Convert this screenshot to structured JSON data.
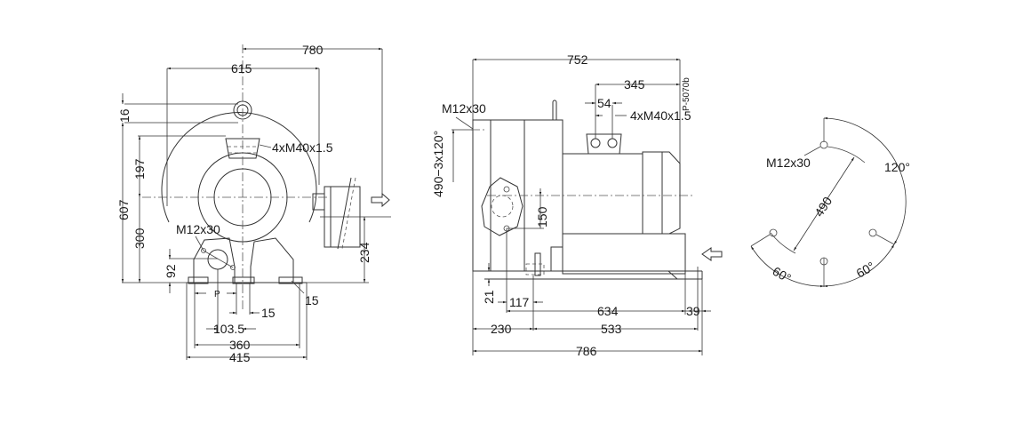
{
  "drawing": {
    "code": "P-5070b",
    "units": "mm",
    "line_color": "#333333",
    "background": "#ffffff"
  },
  "front_view": {
    "dims": {
      "overall_width_to_outlet": "780",
      "housing_width": "615",
      "lift_eye": "16",
      "top_to_center": "197",
      "total_height": "607",
      "center_height": "300",
      "outlet_height": "234",
      "foot_height": "92",
      "foot_slot": "15",
      "foot_slot_center": "15",
      "port_offset": "103.5",
      "bolt_spacing": "360",
      "base_width": "415"
    },
    "labels": {
      "top_thread": "4xM40x1.5",
      "side_thread": "M12x30",
      "port_marker": "P"
    }
  },
  "side_view": {
    "dims": {
      "overall_length": "752",
      "motor_offset": "345",
      "terminal_spacing": "54",
      "flange_height": "150",
      "base_thickness": "21",
      "flange_offset": "117",
      "foot_spacing": "634",
      "foot_end": "39",
      "front_to_foot": "230",
      "foot_length": "533",
      "total_length": "786"
    },
    "labels": {
      "flange_thread": "M12x30",
      "bolt_circle": "490−3x120°",
      "terminal_thread": "4xM40x1.5"
    }
  },
  "flange_detail": {
    "labels": {
      "thread": "M12x30",
      "diameter": "490",
      "angle_top": "120°",
      "angle_left": "60°",
      "angle_right": "60°"
    }
  }
}
